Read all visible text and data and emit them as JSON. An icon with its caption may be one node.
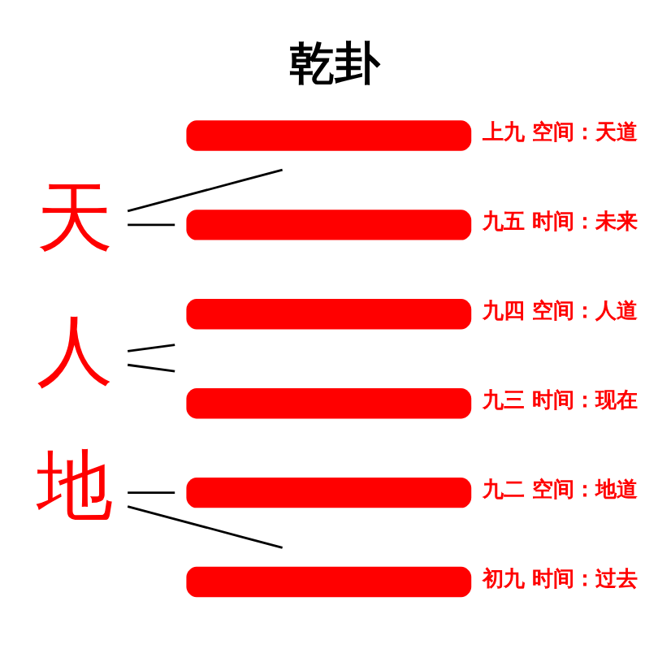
{
  "diagram": {
    "title": "乾卦",
    "nodes": [
      {
        "text": [
          "天"
        ]
      },
      {
        "text": [
          "人"
        ]
      },
      {
        "text": [
          "地"
        ]
      },
      {
        "text": [],
        "shape": "bar",
        "beside": [
          "上九 空间：天道"
        ]
      },
      {
        "text": [],
        "shape": "bar",
        "beside": [
          "九五 时间：未来"
        ]
      },
      {
        "text": [],
        "shape": "bar",
        "beside": [
          "九四 空间：人道"
        ]
      },
      {
        "text": [],
        "shape": "bar",
        "beside": [
          "九三 时间：现在"
        ]
      },
      {
        "text": [],
        "shape": "bar",
        "beside": [
          "九二 空间：地道"
        ]
      },
      {
        "text": [],
        "shape": "bar",
        "beside": [
          "初九 时间：过去"
        ]
      }
    ],
    "edges": [
      {
        "from": 0,
        "to": 3,
        "arrow": "none"
      },
      {
        "from": 0,
        "to": 4,
        "arrow": "none"
      },
      {
        "from": 1,
        "to": 5,
        "arrow": "none"
      },
      {
        "from": 1,
        "to": 6,
        "arrow": "none"
      },
      {
        "from": 2,
        "to": 7,
        "arrow": "none"
      },
      {
        "from": 2,
        "to": 8,
        "arrow": "none"
      }
    ]
  }
}
